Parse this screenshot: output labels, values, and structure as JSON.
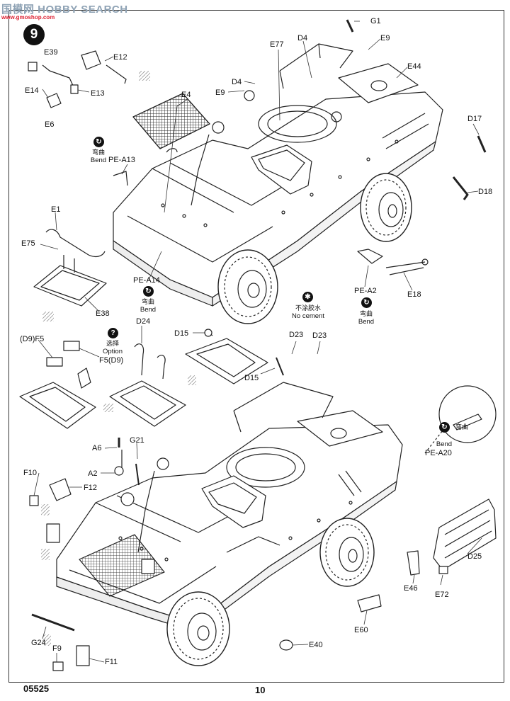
{
  "watermark": {
    "line1": "国模网 HOBBY SEARCH",
    "line2": "www.gmoshop.com"
  },
  "step_number": "9",
  "footer": {
    "kit_number": "05525",
    "page_number": "10"
  },
  "icons": {
    "bend_glyph": "↻",
    "option_glyph": "?",
    "no_cement_glyph": "✱"
  },
  "notes": {
    "bend_cn": "弯曲",
    "bend_en": "Bend",
    "option_cn": "选择",
    "option_en": "Option",
    "no_cement_cn": "不涂胶水",
    "no_cement_en": "No cement"
  },
  "parts": {
    "G1": "G1",
    "E9a": "E9",
    "E44": "E44",
    "D4a": "D4",
    "E77": "E77",
    "D4b": "D4",
    "E9b": "E9",
    "E39": "E39",
    "E12": "E12",
    "E14": "E14",
    "E13": "E13",
    "E6": "E6",
    "E4": "E4",
    "D17": "D17",
    "D18": "D18",
    "PE_A13": "PE-A13",
    "E1": "E1",
    "E75": "E75",
    "E38": "E38",
    "PE_A14": "PE-A14",
    "PE_A2": "PE-A2",
    "E18": "E18",
    "D9F5": "(D9)F5",
    "F5D9": "F5(D9)",
    "D24": "D24",
    "D15a": "D15",
    "D15b": "D15",
    "D23a": "D23",
    "D23b": "D23",
    "A6": "A6",
    "G21": "G21",
    "A2": "A2",
    "F10": "F10",
    "F12": "F12",
    "PE_A20": "PE-A20",
    "D25": "D25",
    "E46": "E46",
    "E72": "E72",
    "E60": "E60",
    "G24": "G24",
    "E40": "E40",
    "F9": "F9",
    "F11": "F11"
  }
}
